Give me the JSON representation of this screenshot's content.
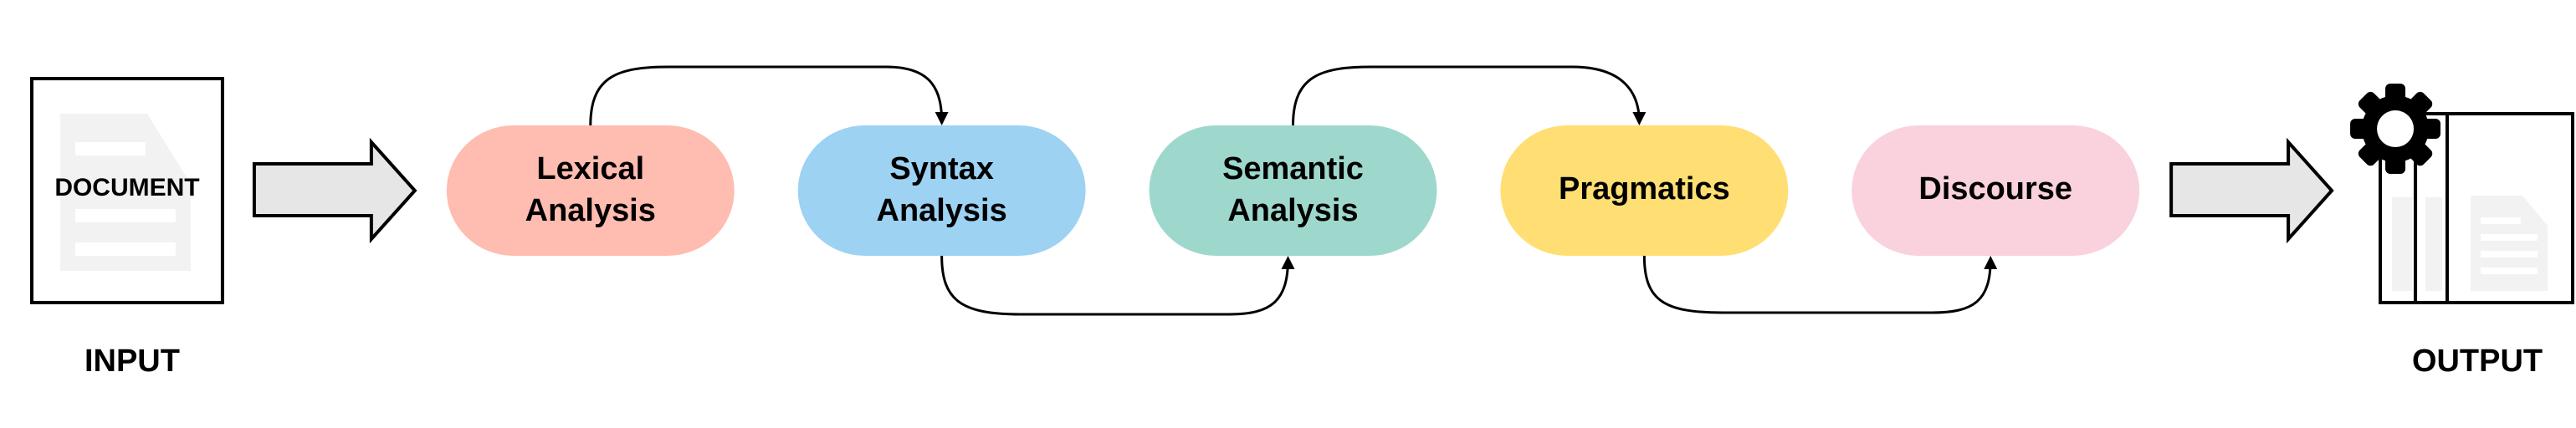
{
  "input": {
    "doc_label": "DOCUMENT",
    "caption": "INPUT"
  },
  "output": {
    "caption": "OUTPUT"
  },
  "stages": [
    {
      "line1": "Lexical",
      "line2": "Analysis",
      "color": "#ffbcb0"
    },
    {
      "line1": "Syntax",
      "line2": "Analysis",
      "color": "#9dd2f3"
    },
    {
      "line1": "Semantic",
      "line2": "Analysis",
      "color": "#9ed8cc"
    },
    {
      "line1": "Pragmatics",
      "line2": "",
      "color": "#ffdf73"
    },
    {
      "line1": "Discourse",
      "line2": "",
      "color": "#f9d2dd"
    }
  ],
  "icons": {
    "input": "document-icon",
    "output": "gear-document-icon"
  }
}
